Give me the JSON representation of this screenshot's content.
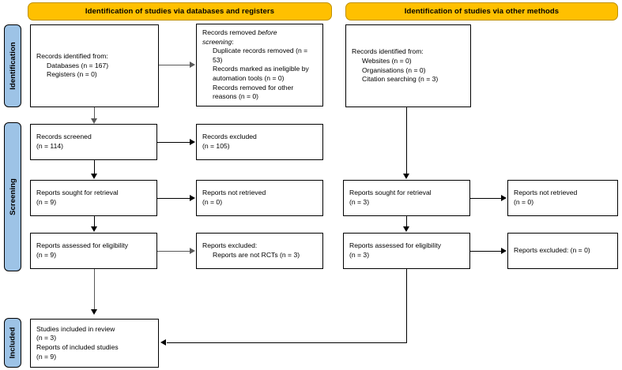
{
  "diagram": {
    "title": "PRISMA 2020 flow diagram",
    "colors": {
      "banner_fill": "#FFC000",
      "stage_fill": "#9DC3E6",
      "box_fill": "#FFFFFF",
      "line": "#000000",
      "line_grey": "#595959"
    }
  },
  "banners": {
    "left": "Identification of studies via databases and registers",
    "right": "Identification of studies via other methods"
  },
  "stages": {
    "identification": "Identification",
    "screening": "Screening",
    "included": "Included"
  },
  "left_column": {
    "identified": {
      "l1": "Records identified from:",
      "l2": "Databases (n = 167)",
      "l3": "Registers (n = 0)"
    },
    "removed": {
      "l1": "Records removed ",
      "l1_italic": "before",
      "l2_italic": "screening",
      "l2_tail": ":",
      "l3": "Duplicate records removed (n = 53)",
      "l4": "Records marked as ineligible by automation tools (n = 0)",
      "l5": "Records removed for other reasons (n = 0)"
    },
    "screened": {
      "l1": "Records screened",
      "l2": "(n = 114)"
    },
    "excluded": {
      "l1": "Records excluded",
      "l2": "(n = 105)"
    },
    "sought": {
      "l1": "Reports sought for retrieval",
      "l2": "(n = 9)"
    },
    "not_retrieved": {
      "l1": "Reports not retrieved",
      "l2": "(n = 0)"
    },
    "assessed": {
      "l1": "Reports assessed for eligibility",
      "l2": "(n = 9)"
    },
    "reports_excluded": {
      "l1": "Reports excluded:",
      "l2": "Reports are not RCTs (n = 3)"
    }
  },
  "right_column": {
    "identified": {
      "l1": "Records identified from:",
      "l2": "Websites (n = 0)",
      "l3": "Organisations (n = 0)",
      "l4": "Citation searching (n = 3)"
    },
    "sought": {
      "l1": "Reports sought for retrieval",
      "l2": "(n = 3)"
    },
    "not_retrieved": {
      "l1": "Reports not retrieved",
      "l2": "(n = 0)"
    },
    "assessed": {
      "l1": "Reports assessed for eligibility",
      "l2": "(n = 3)"
    },
    "reports_excluded": {
      "l1": "Reports excluded: (n = 0)"
    }
  },
  "included_box": {
    "l1": "Studies included in review",
    "l2": "(n = 3)",
    "l3": "Reports of included studies",
    "l4": "(n = 9)"
  }
}
